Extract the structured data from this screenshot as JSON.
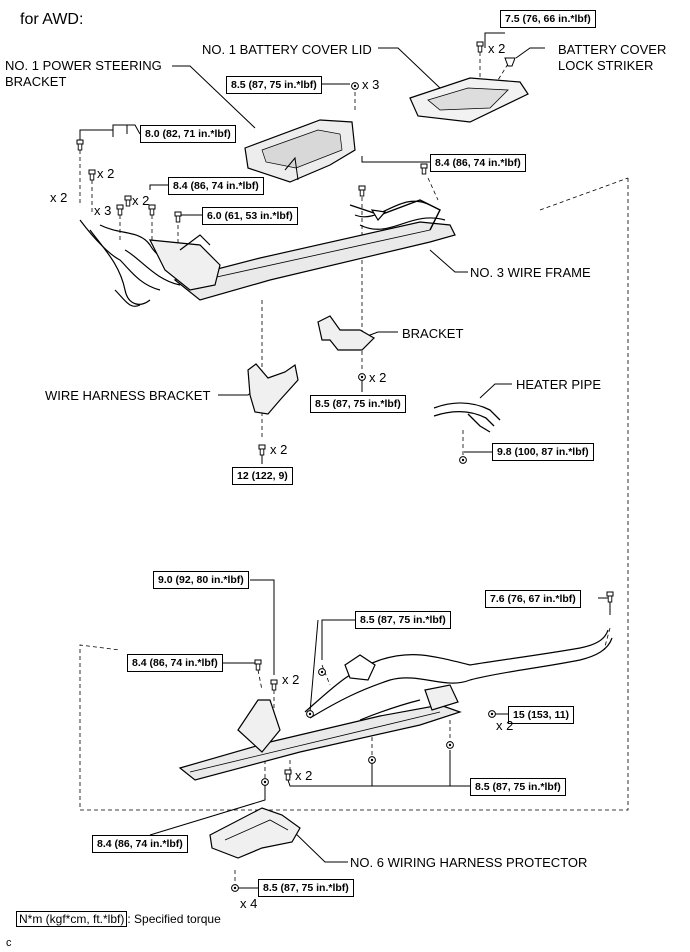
{
  "header": "for AWD:",
  "labels": {
    "no1_power_steering_bracket_l1": "NO. 1 POWER STEERING",
    "no1_power_steering_bracket_l2": "BRACKET",
    "no1_battery_cover_lid": "NO. 1 BATTERY COVER LID",
    "battery_cover_lock_striker_l1": "BATTERY COVER",
    "battery_cover_lock_striker_l2": "LOCK STRIKER",
    "no3_wire_frame": "NO. 3 WIRE FRAME",
    "bracket": "BRACKET",
    "heater_pipe": "HEATER PIPE",
    "wire_harness_bracket": "WIRE HARNESS BRACKET",
    "no6_wiring_harness_protector": "NO. 6 WIRING HARNESS PROTECTOR"
  },
  "torques": {
    "t_7_5": "7.5 (76, 66 in.*lbf)",
    "t_8_5_top": "8.5 (87, 75 in.*lbf)",
    "t_8_0": "8.0 (82, 71 in.*lbf)",
    "t_8_4_right": "8.4 (86, 74 in.*lbf)",
    "t_8_4_left": "8.4 (86, 74 in.*lbf)",
    "t_6_0": "6.0 (61, 53 in.*lbf)",
    "t_8_5_bracket": "8.5 (87, 75 in.*lbf)",
    "t_9_8": "9.8 (100, 87 in.*lbf)",
    "t_12": "12 (122, 9)",
    "t_9_0": "9.0 (92, 80 in.*lbf)",
    "t_7_6": "7.6 (76, 67 in.*lbf)",
    "t_8_5_mid": "8.5 (87, 75 in.*lbf)",
    "t_8_4_lower_left": "8.4 (86, 74 in.*lbf)",
    "t_15": "15 (153, 11)",
    "t_8_5_lower_right": "8.5 (87, 75 in.*lbf)",
    "t_8_4_bottom": "8.4 (86, 74 in.*lbf)",
    "t_8_5_bottom": "8.5 (87, 75 in.*lbf)"
  },
  "quantities": {
    "q_lock_striker": "x 2",
    "q_top_8_5": "x 3",
    "q_left_a": "x 2",
    "q_left_b": "x 2",
    "q_left_c": "x 3",
    "q_left_d": "x 2",
    "q_bracket": "x 2",
    "q_harness_bracket": "x 2",
    "q_9_0": "x 2",
    "q_15": "x 2",
    "q_lower_8_5": "x 2",
    "q_bottom": "x 4"
  },
  "legend": {
    "unit": "N*m (kgf*cm, ft.*lbf)",
    "text": ": Specified torque"
  },
  "footer_code": "c"
}
